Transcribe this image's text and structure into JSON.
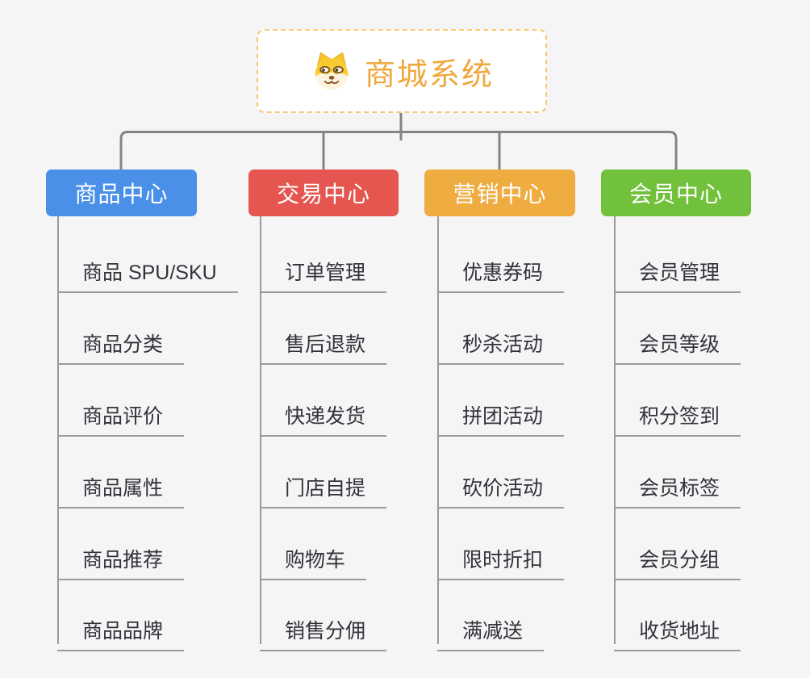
{
  "canvas": {
    "background": "#F5F5F6",
    "connector_color": "#848484"
  },
  "root": {
    "title": "商城系统",
    "icon": "doge-face-icon",
    "accent_color": "#F0A83E",
    "border_color": "#F4C878"
  },
  "branches": [
    {
      "id": "product-center",
      "label": "商品中心",
      "color": "#4A90E8",
      "children": [
        "商品 SPU/SKU",
        "商品分类",
        "商品评价",
        "商品属性",
        "商品推荐",
        "商品品牌"
      ]
    },
    {
      "id": "trade-center",
      "label": "交易中心",
      "color": "#E4564F",
      "children": [
        "订单管理",
        "售后退款",
        "快递发货",
        "门店自提",
        "购物车",
        "销售分佣"
      ]
    },
    {
      "id": "marketing-center",
      "label": "营销中心",
      "color": "#EFAC41",
      "children": [
        "优惠券码",
        "秒杀活动",
        "拼团活动",
        "砍价活动",
        "限时折扣",
        "满减送"
      ]
    },
    {
      "id": "member-center",
      "label": "会员中心",
      "color": "#72C13D",
      "children": [
        "会员管理",
        "会员等级",
        "积分签到",
        "会员标签",
        "会员分组",
        "收货地址"
      ]
    }
  ]
}
